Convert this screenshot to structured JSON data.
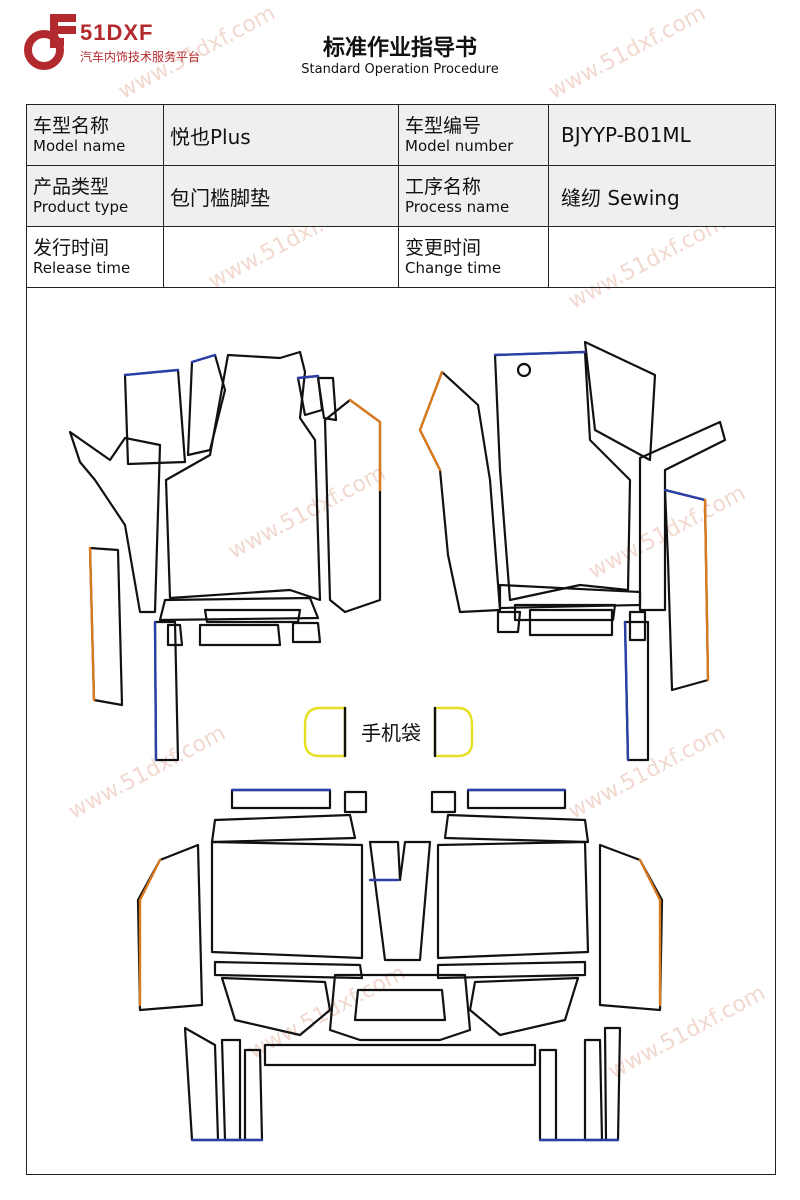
{
  "brand": {
    "name": "51DXF",
    "tagline": "汽车内饰技术服务平台",
    "color": "#b22a2e"
  },
  "document": {
    "title": "标准作业指导书",
    "subtitle": "Standard Operation Procedure"
  },
  "info_table": {
    "model_name": {
      "label_cn": "车型名称",
      "label_en": "Model name",
      "value": "悦也Plus"
    },
    "model_number": {
      "label_cn": "车型编号",
      "label_en": "Model number",
      "value": "BJYYP-B01ML"
    },
    "product_type": {
      "label_cn": "产品类型",
      "label_en": "Product type",
      "value": "包门槛脚垫"
    },
    "process_name": {
      "label_cn": "工序名称",
      "label_en": "Process name",
      "value": "缝纫 Sewing"
    },
    "release_time": {
      "label_cn": "发行时间",
      "label_en": "Release time",
      "value": ""
    },
    "change_time": {
      "label_cn": "变更时间",
      "label_en": "Change time",
      "value": ""
    }
  },
  "drawing": {
    "phone_pocket_label": "手机袋",
    "watermark": "www.51dxf.com",
    "colors": {
      "outline": "#111111",
      "blue": "#2a3fa8",
      "orange": "#d97a1e",
      "yellow": "#e6e021"
    }
  }
}
